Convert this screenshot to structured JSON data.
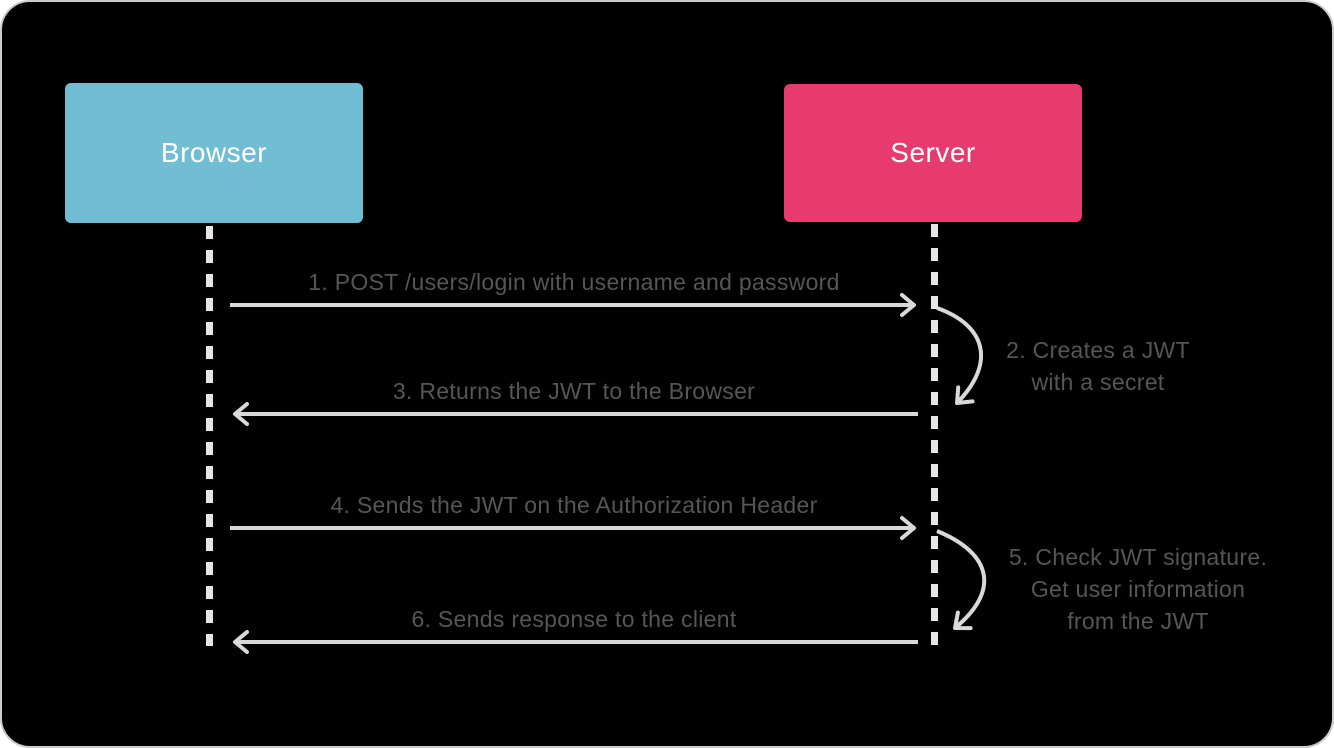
{
  "diagram": {
    "type": "sequence-diagram",
    "topic": "JWT authentication flow",
    "actors": [
      {
        "label": "Browser",
        "color": "#71BDD3"
      },
      {
        "label": "Server",
        "color": "#E73A6E"
      }
    ],
    "messages": [
      {
        "step": "1",
        "label": "1. POST /users/login with username and password",
        "from": "Browser",
        "to": "Server",
        "kind": "arrow-right"
      },
      {
        "step": "2",
        "lines": [
          "2. Creates a JWT",
          "with a secret"
        ],
        "actor": "Server",
        "kind": "self-loop"
      },
      {
        "step": "3",
        "label": "3. Returns the JWT to the Browser",
        "from": "Server",
        "to": "Browser",
        "kind": "arrow-left"
      },
      {
        "step": "4",
        "label": "4. Sends the JWT on the Authorization Header",
        "from": "Browser",
        "to": "Server",
        "kind": "arrow-right"
      },
      {
        "step": "5",
        "lines": [
          "5. Check JWT signature.",
          "Get user information",
          "from the JWT"
        ],
        "actor": "Server",
        "kind": "self-loop"
      },
      {
        "step": "6",
        "label": "6. Sends response to the client",
        "from": "Server",
        "to": "Browser",
        "kind": "arrow-left"
      }
    ],
    "colors": {
      "background": "#010101",
      "browser_box": "#71BDD3",
      "server_box": "#E73A6E",
      "actor_text": "#FFFFFF",
      "arrow": "#D9D9D9",
      "lifeline": "#E5E5E5",
      "label_text": "#55565A",
      "outer_border": "#CCCCCC"
    }
  }
}
